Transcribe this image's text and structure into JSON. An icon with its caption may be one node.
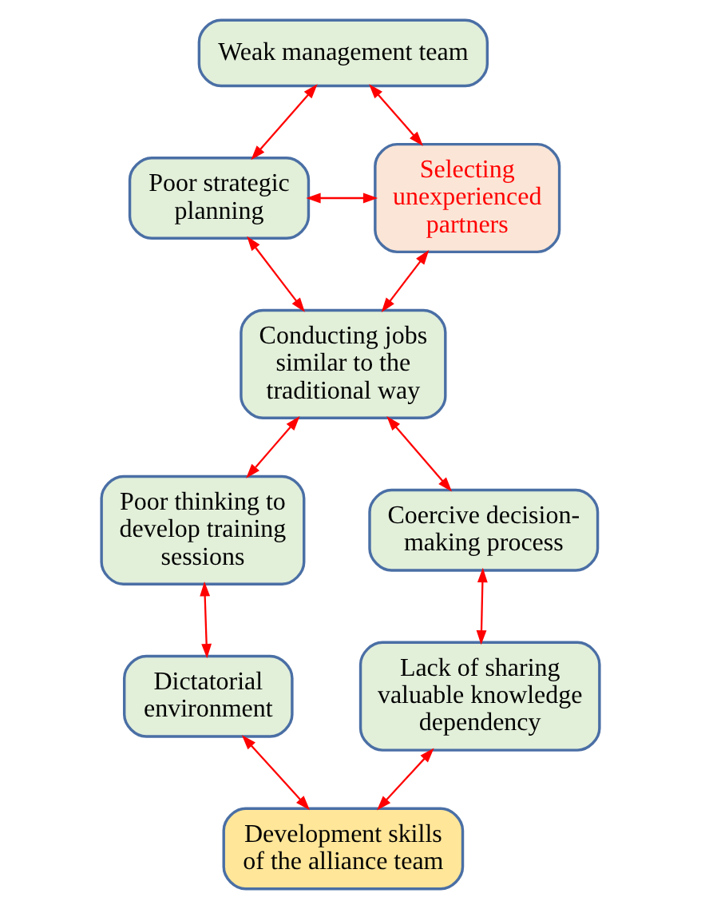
{
  "diagram": {
    "nodes": [
      {
        "text": [
          "Weak management team"
        ]
      },
      {
        "text": [
          "Poor strategic planning"
        ]
      },
      {
        "text": [
          "Selecting unexperienced partners"
        ]
      },
      {
        "text": [
          "Conducting jobs similar to the traditional way"
        ]
      },
      {
        "text": [
          "Poor thinking to develop training sessions"
        ]
      },
      {
        "text": [
          "Coercive decision-making process"
        ]
      },
      {
        "text": [
          "Dictatorial environment"
        ]
      },
      {
        "text": [
          "Lack of sharing valuable knowledge dependency"
        ]
      },
      {
        "text": [
          "Development skills of the alliance team"
        ]
      }
    ],
    "edges": [
      {
        "from": 0,
        "to": 1,
        "arrow": "both"
      },
      {
        "from": 0,
        "to": 2,
        "arrow": "both"
      },
      {
        "from": 1,
        "to": 2,
        "arrow": "both"
      },
      {
        "from": 1,
        "to": 3,
        "arrow": "both"
      },
      {
        "from": 2,
        "to": 3,
        "arrow": "both"
      },
      {
        "from": 3,
        "to": 4,
        "arrow": "both"
      },
      {
        "from": 3,
        "to": 5,
        "arrow": "both"
      },
      {
        "from": 4,
        "to": 6,
        "arrow": "both"
      },
      {
        "from": 5,
        "to": 7,
        "arrow": "both"
      },
      {
        "from": 8,
        "to": 6,
        "arrow": "both"
      },
      {
        "from": 8,
        "to": 7,
        "arrow": "both"
      }
    ]
  }
}
